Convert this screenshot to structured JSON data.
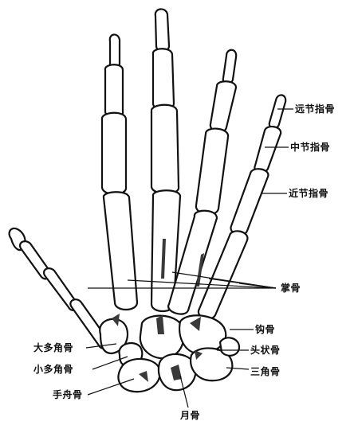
{
  "diagram": {
    "subject": "hand bones, palmar view",
    "colors": {
      "ink": "#111111",
      "bone": "#ffffff",
      "shade": "#3a3a3a"
    },
    "labels": {
      "distal_phalanx": "远节指骨",
      "middle_phalanx": "中节指骨",
      "proximal_phalanx": "近节指骨",
      "metacarpal": "掌骨",
      "hamate": "钩骨",
      "capitate": "头状骨",
      "triquetrum": "三角骨",
      "lunate": "月骨",
      "trapezium": "大多角骨",
      "trapezoid": "小多角骨",
      "scaphoid": "手舟骨"
    }
  }
}
